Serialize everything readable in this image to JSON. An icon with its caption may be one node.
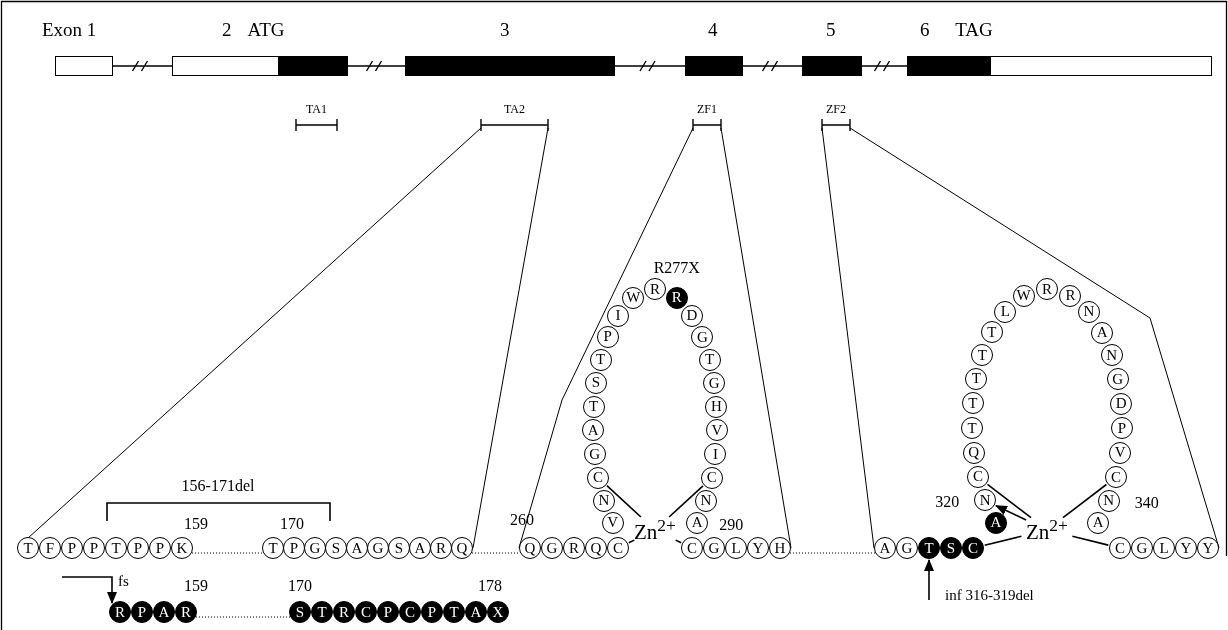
{
  "diagram": {
    "nodes": [
      {
        "text": [
          "Exon 1"
        ]
      },
      {
        "text": [
          "2"
        ]
      },
      {
        "text": [
          "3"
        ]
      },
      {
        "text": [
          "4"
        ]
      },
      {
        "text": [
          "5"
        ]
      },
      {
        "text": [
          "6"
        ]
      },
      {
        "text": [
          "T"
        ]
      },
      {
        "text": [
          "F"
        ]
      },
      {
        "text": [
          "P"
        ]
      },
      {
        "text": [
          "P"
        ]
      },
      {
        "text": [
          "T"
        ]
      },
      {
        "text": [
          "P"
        ]
      },
      {
        "text": [
          "P"
        ]
      },
      {
        "text": [
          "K"
        ]
      },
      {
        "text": [
          "T"
        ]
      },
      {
        "text": [
          "P"
        ]
      },
      {
        "text": [
          "G"
        ]
      },
      {
        "text": [
          "S"
        ]
      },
      {
        "text": [
          "A"
        ]
      },
      {
        "text": [
          "G"
        ]
      },
      {
        "text": [
          "S"
        ]
      },
      {
        "text": [
          "A"
        ]
      },
      {
        "text": [
          "R"
        ]
      },
      {
        "text": [
          "Q"
        ]
      },
      {
        "text": [
          "Q"
        ]
      },
      {
        "text": [
          "G"
        ]
      },
      {
        "text": [
          "R"
        ]
      },
      {
        "text": [
          "Q"
        ]
      },
      {
        "text": [
          "C"
        ]
      },
      {
        "text": [
          "V"
        ]
      },
      {
        "text": [
          "N"
        ]
      },
      {
        "text": [
          "C"
        ]
      },
      {
        "text": [
          "G"
        ]
      },
      {
        "text": [
          "A"
        ]
      },
      {
        "text": [
          "T"
        ]
      },
      {
        "text": [
          "S"
        ]
      },
      {
        "text": [
          "T"
        ]
      },
      {
        "text": [
          "P"
        ]
      },
      {
        "text": [
          "I"
        ]
      },
      {
        "text": [
          "W"
        ]
      },
      {
        "text": [
          "R"
        ]
      },
      {
        "text": [
          "R"
        ]
      },
      {
        "text": [
          "D"
        ]
      },
      {
        "text": [
          "G"
        ]
      },
      {
        "text": [
          "T"
        ]
      },
      {
        "text": [
          "G"
        ]
      },
      {
        "text": [
          "H"
        ]
      },
      {
        "text": [
          "V"
        ]
      },
      {
        "text": [
          "I"
        ]
      },
      {
        "text": [
          "C"
        ]
      },
      {
        "text": [
          "N"
        ]
      },
      {
        "text": [
          "A"
        ]
      },
      {
        "text": [
          "C"
        ]
      },
      {
        "text": [
          "G"
        ]
      },
      {
        "text": [
          "L"
        ]
      },
      {
        "text": [
          "Y"
        ]
      },
      {
        "text": [
          "H"
        ]
      },
      {
        "text": [
          "Zn$^{2+}$"
        ]
      },
      {
        "text": [
          "A"
        ]
      },
      {
        "text": [
          "G"
        ]
      },
      {
        "text": [
          "T"
        ]
      },
      {
        "text": [
          "S"
        ]
      },
      {
        "text": [
          "C"
        ]
      },
      {
        "text": [
          "A"
        ]
      },
      {
        "text": [
          "N"
        ]
      },
      {
        "text": [
          "C"
        ]
      },
      {
        "text": [
          "Q"
        ]
      },
      {
        "text": [
          "T"
        ]
      },
      {
        "text": [
          "T"
        ]
      },
      {
        "text": [
          "T"
        ]
      },
      {
        "text": [
          "T"
        ]
      },
      {
        "text": [
          "T"
        ]
      },
      {
        "text": [
          "L"
        ]
      },
      {
        "text": [
          "W"
        ]
      },
      {
        "text": [
          "R"
        ]
      },
      {
        "text": [
          "R"
        ]
      },
      {
        "text": [
          "N"
        ]
      },
      {
        "text": [
          "A"
        ]
      },
      {
        "text": [
          "N"
        ]
      },
      {
        "text": [
          "G"
        ]
      },
      {
        "text": [
          "D"
        ]
      },
      {
        "text": [
          "P"
        ]
      },
      {
        "text": [
          "V"
        ]
      },
      {
        "text": [
          "C"
        ]
      },
      {
        "text": [
          "N"
        ]
      },
      {
        "text": [
          "A"
        ]
      },
      {
        "text": [
          "C"
        ]
      },
      {
        "text": [
          "G"
        ]
      },
      {
        "text": [
          "L"
        ]
      },
      {
        "text": [
          "Y"
        ]
      },
      {
        "text": [
          "Y"
        ]
      },
      {
        "text": [
          "Zn$^{2+}$"
        ]
      },
      {
        "text": [
          "R"
        ]
      },
      {
        "text": [
          "P"
        ]
      },
      {
        "text": [
          "A"
        ]
      },
      {
        "text": [
          "R"
        ]
      },
      {
        "text": [
          "S"
        ]
      },
      {
        "text": [
          "T"
        ]
      },
      {
        "text": [
          "R"
        ]
      },
      {
        "text": [
          "C"
        ]
      },
      {
        "text": [
          "P"
        ]
      },
      {
        "text": [
          "C"
        ]
      },
      {
        "text": [
          "P"
        ]
      },
      {
        "text": [
          "T"
        ]
      },
      {
        "text": [
          "A"
        ]
      },
      {
        "text": [
          "X"
        ]
      },
      {
        "text": [
          "TA1"
        ]
      },
      {
        "text": [
          "TA2"
        ]
      },
      {
        "text": [
          "ZF1"
        ]
      },
      {
        "text": [
          "ZF2"
        ]
      }
    ],
    "edges": [
      {
        "from": 0,
        "to": 1,
        "arrow": "none"
      },
      {
        "from": 1,
        "to": 2,
        "arrow": "none"
      },
      {
        "from": 2,
        "to": 3,
        "arrow": "none"
      },
      {
        "from": 3,
        "to": 4,
        "arrow": "none"
      },
      {
        "from": 4,
        "to": 5,
        "arrow": "none"
      },
      {
        "from": 13,
        "to": 14,
        "arrow": "none",
        "style": "dashed"
      },
      {
        "from": 23,
        "to": 24,
        "arrow": "none",
        "style": "dashed"
      },
      {
        "from": 56,
        "to": 58,
        "arrow": "none",
        "style": "dashed"
      },
      {
        "from": 95,
        "to": 96,
        "arrow": "none",
        "style": "dashed"
      },
      {
        "from": 57,
        "to": 31,
        "arrow": "none"
      },
      {
        "from": 57,
        "to": 28,
        "arrow": "none"
      },
      {
        "from": 57,
        "to": 49,
        "arrow": "none"
      },
      {
        "from": 57,
        "to": 52,
        "arrow": "none"
      },
      {
        "from": 91,
        "to": 65,
        "arrow": "none"
      },
      {
        "from": 91,
        "to": 62,
        "arrow": "none"
      },
      {
        "from": 91,
        "to": 83,
        "arrow": "none"
      },
      {
        "from": 91,
        "to": 86,
        "arrow": "none"
      },
      {
        "from": 91,
        "to": 64,
        "arrow": "to"
      },
      {
        "from": null,
        "to": 92,
        "arrow": "to",
        "label": "fs"
      },
      {
        "from": null,
        "to": 60,
        "arrow": "to",
        "label": "inf 316-319del"
      },
      {
        "from": 107,
        "to": 6,
        "arrow": "none"
      },
      {
        "from": 107,
        "to": 23,
        "arrow": "none"
      },
      {
        "from": 108,
        "to": 24,
        "arrow": "none"
      },
      {
        "from": 108,
        "to": 56,
        "arrow": "none"
      },
      {
        "from": 109,
        "to": 58,
        "arrow": "none"
      },
      {
        "from": 109,
        "to": 90,
        "arrow": "none"
      }
    ],
    "labels": [
      "ATG",
      "TAG",
      "R277X",
      "156-171del",
      "159",
      "170",
      "260",
      "290",
      "320",
      "340",
      "159",
      "170",
      "178"
    ]
  }
}
